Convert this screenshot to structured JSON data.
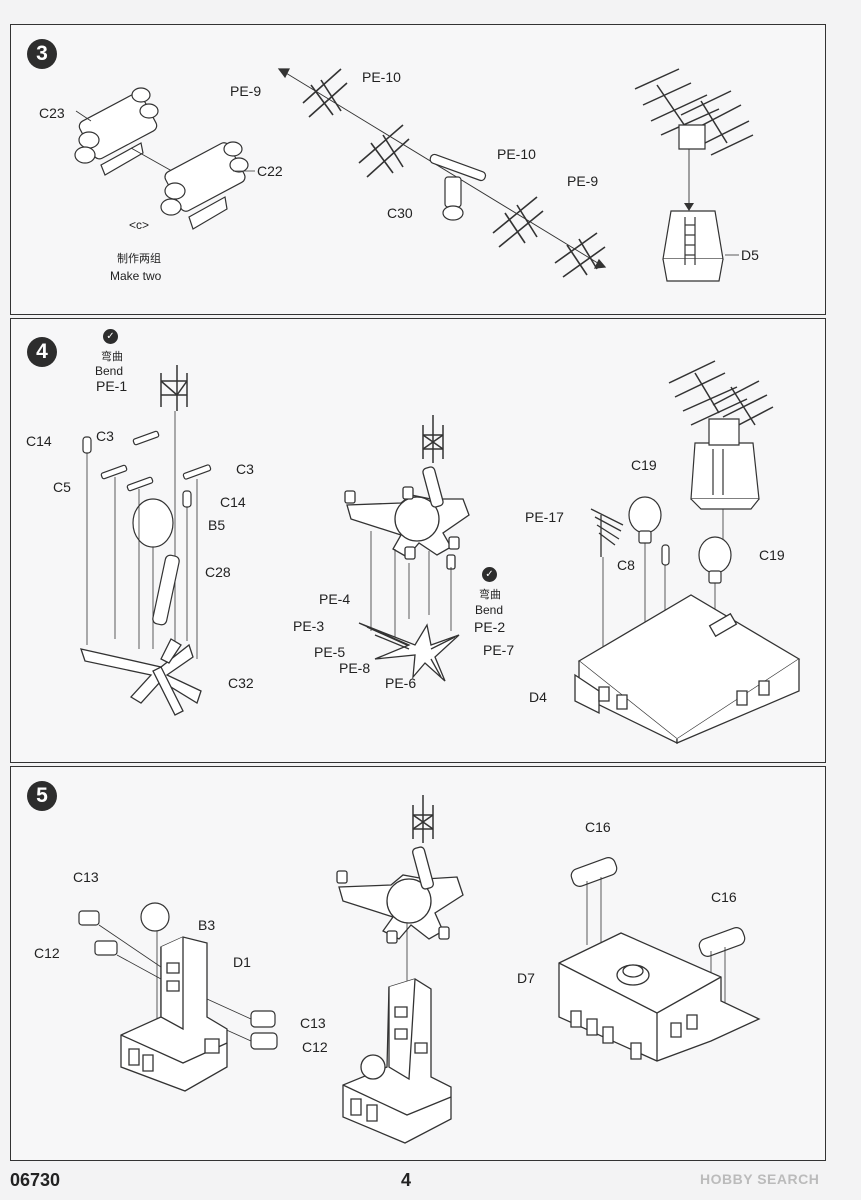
{
  "steps": [
    {
      "number": "3",
      "labels": {
        "c23": "C23",
        "c22": "C22",
        "c": "<c>",
        "make_two_cn": "制作两组",
        "make_two": "Make two",
        "pe9a": "PE-9",
        "pe10a": "PE-10",
        "c30": "C30",
        "pe10b": "PE-10",
        "pe9b": "PE-9",
        "d5": "D5"
      }
    },
    {
      "number": "4",
      "labels": {
        "bend_cn_a": "弯曲",
        "bend_a": "Bend",
        "pe1": "PE-1",
        "c14a": "C14",
        "c3a": "C3",
        "c3b": "C3",
        "c5": "C5",
        "c14b": "C14",
        "b5": "B5",
        "c28": "C28",
        "c32": "C32",
        "pe4": "PE-4",
        "pe3": "PE-3",
        "pe5": "PE-5",
        "pe8": "PE-8",
        "pe6": "PE-6",
        "pe2": "PE-2",
        "pe7": "PE-7",
        "bend_cn_b": "弯曲",
        "bend_b": "Bend",
        "c19a": "C19",
        "pe17": "PE-17",
        "c8": "C8",
        "c19b": "C19",
        "d4": "D4"
      }
    },
    {
      "number": "5",
      "labels": {
        "c13a": "C13",
        "b3": "B3",
        "c12a": "C12",
        "d1": "D1",
        "c13b": "C13",
        "c12b": "C12",
        "c16a": "C16",
        "c16b": "C16",
        "d7": "D7"
      }
    }
  ],
  "footer": {
    "code": "06730",
    "page": "4",
    "watermark": "HOBBY SEARCH"
  }
}
